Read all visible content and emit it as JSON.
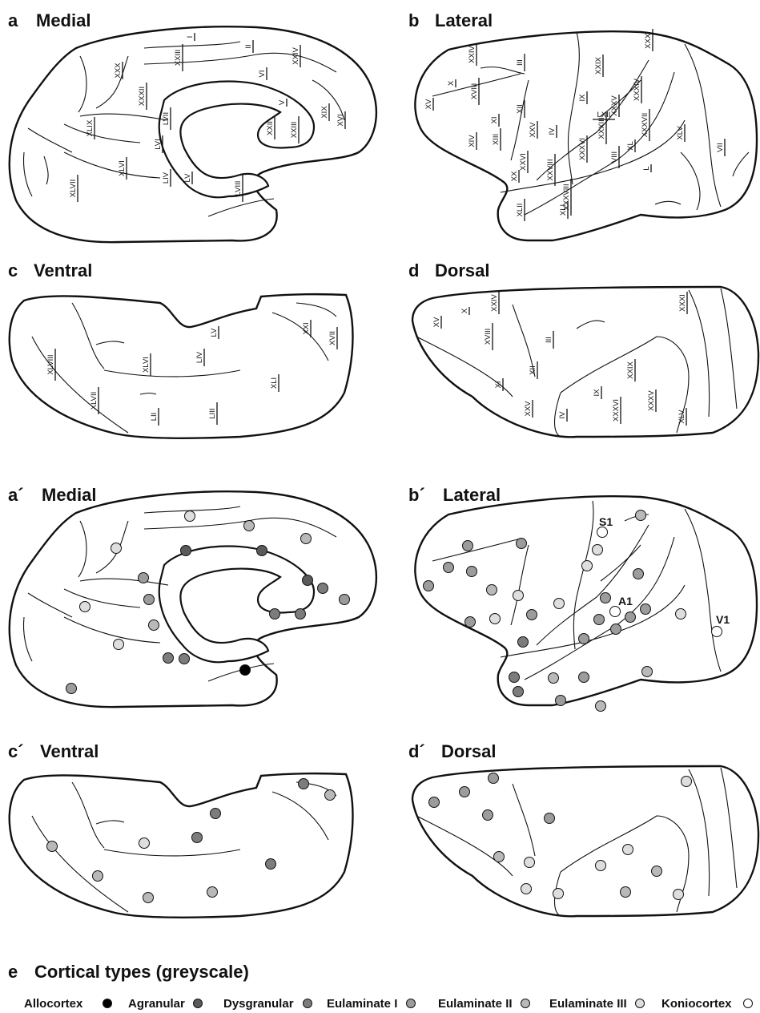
{
  "panels": [
    {
      "key": "a",
      "letter": "a",
      "title": "Medial"
    },
    {
      "key": "b",
      "letter": "b",
      "title": "Lateral"
    },
    {
      "key": "c",
      "letter": "c",
      "title": "Ventral"
    },
    {
      "key": "d",
      "letter": "d",
      "title": "Dorsal"
    },
    {
      "key": "a2",
      "letter": "a´",
      "title": "Medial"
    },
    {
      "key": "b2",
      "letter": "b´",
      "title": "Lateral"
    },
    {
      "key": "c2",
      "letter": "c´",
      "title": "Ventral"
    },
    {
      "key": "d2",
      "letter": "d´",
      "title": "Dorsal"
    }
  ],
  "region_labels": {
    "a": [
      "I",
      "II",
      "XXIV",
      "XXIII",
      "VI",
      "XXX",
      "XXXII",
      "V",
      "XIX",
      "XVI",
      "XXII",
      "XXIII",
      "LVII",
      "XLIX",
      "LVI",
      "XLVI",
      "LIV",
      "LV",
      "LVIII",
      "XLVII"
    ],
    "b": [
      "XXXI",
      "XXIV",
      "III",
      "X",
      "XVIII",
      "XV",
      "XI",
      "XII",
      "XXIX",
      "IX",
      "XXXIV",
      "XXXV",
      "LXII",
      "XXXVII",
      "XXV",
      "IV",
      "XIV",
      "XIII",
      "XXVI",
      "XX",
      "XXVIII",
      "XXXVI",
      "XXXIII",
      "XXXVIII",
      "XLI",
      "XLII",
      "VIII",
      "XL",
      "XLV",
      "VII",
      "L"
    ],
    "c": [
      "XLVIII",
      "XLVII",
      "XLVI",
      "LV",
      "LIV",
      "LII",
      "LIII",
      "XXI",
      "XVII",
      "XLI"
    ],
    "d": [
      "XV",
      "X",
      "XXIV",
      "XVIII",
      "III",
      "XI",
      "XII",
      "XXXI",
      "XXIX",
      "XXV",
      "IV",
      "IX",
      "XXXVI",
      "XXXV",
      "XLV"
    ]
  },
  "area_markers": [
    "S1",
    "A1",
    "V1"
  ],
  "legend": {
    "letter": "e",
    "title": "Cortical types (greyscale)",
    "items": [
      {
        "label": "Allocortex",
        "color": "#000000"
      },
      {
        "label": "Agranular",
        "color": "#5a5a5a"
      },
      {
        "label": "Dysgranular",
        "color": "#7c7c7c"
      },
      {
        "label": "Eulaminate I",
        "color": "#9c9c9c"
      },
      {
        "label": "Eulaminate II",
        "color": "#b9b9b9"
      },
      {
        "label": "Eulaminate III",
        "color": "#dedede"
      },
      {
        "label": "Koniocortex",
        "color": "#ffffff"
      }
    ]
  }
}
